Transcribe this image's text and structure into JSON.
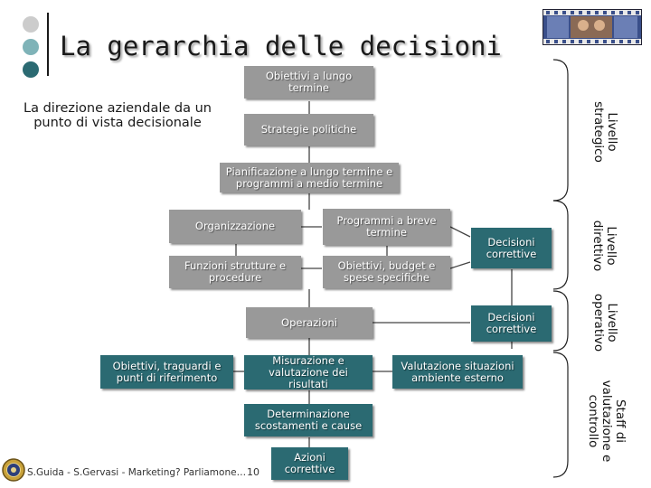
{
  "title": "La gerarchia delle decisioni",
  "subtitle": "La direzione aziendale da un punto di vista decisionale",
  "colors": {
    "box": "#999999",
    "teal_box": "#2b6a72",
    "circle_grey": "#cccccc",
    "circle_light_teal": "#7fb3b8",
    "circle_dark_teal": "#2b6a72",
    "title_bar": "#1a1a1a"
  },
  "boxes": {
    "obiettivi_lungo": "Obiettivi a lungo termine",
    "strategie": "Strategie politiche",
    "pianificazione": "Pianificazione a lungo termine e programmi a medio termine",
    "organizzazione": "Organizzazione",
    "programmi_breve": "Programmi a breve termine",
    "funzioni": "Funzioni strutture e procedure",
    "obiettivi_budget": "Obiettivi, budget e spese specifiche",
    "decisioni_correttive_1": "Decisioni correttive",
    "operazioni": "Operazioni",
    "decisioni_correttive_2": "Decisioni correttive",
    "obiettivi_traguardi": "Obiettivi, traguardi e punti di riferimento",
    "misurazione": "Misurazione e valutazione dei risultati",
    "valutazione_ambiente": "Valutazione situazioni ambiente esterno",
    "determinazione": "Determinazione scostamenti e cause",
    "azioni": "Azioni correttive"
  },
  "levels": {
    "strategico": "Livello strategico",
    "direttivo": "Livello direttivo",
    "operativo": "Livello operativo",
    "staff": "Staff di valutazione e controllo"
  },
  "footer": {
    "credit": "S.Guida - S.Gervasi - Marketing? Parliamone…",
    "page": "10"
  },
  "icons": {
    "thumbnail": "video-thumbnail-icon",
    "seal": "university-seal-icon"
  }
}
